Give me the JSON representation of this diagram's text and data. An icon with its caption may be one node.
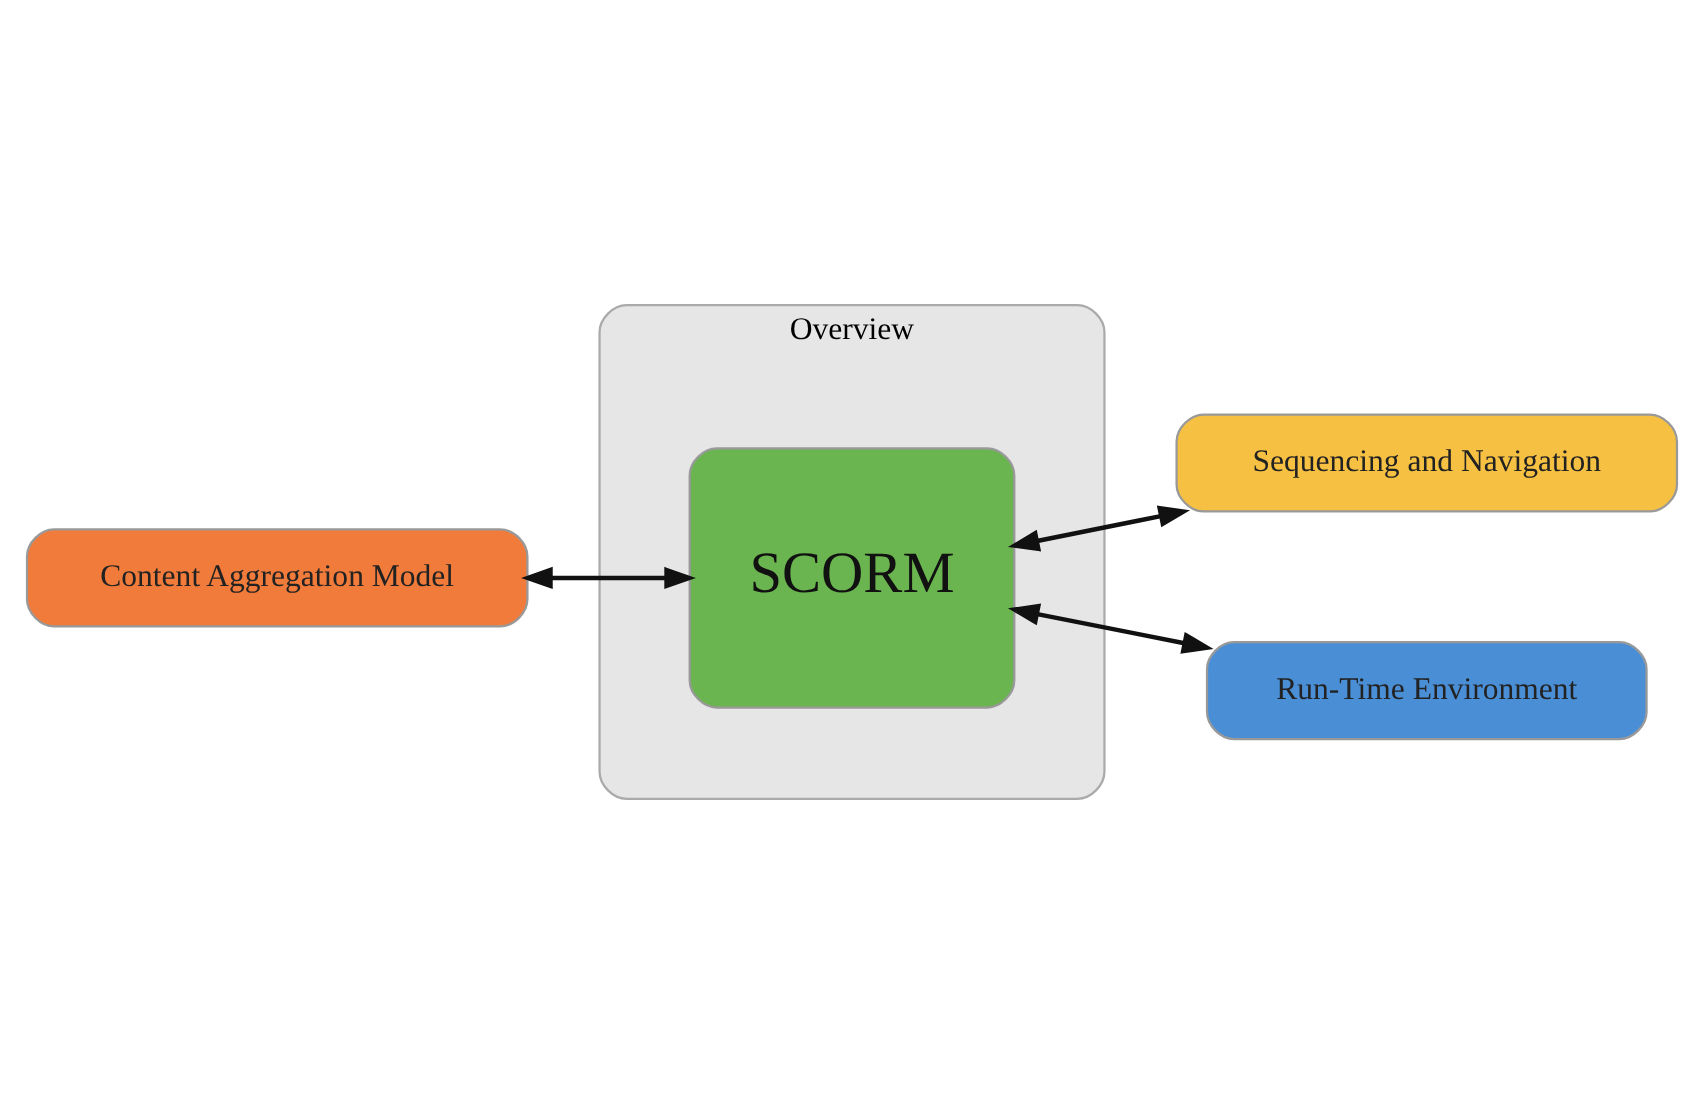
{
  "diagram": {
    "nodes": [
      {
        "text": [
          "Overview"
        ]
      },
      {
        "text": [
          "Sequencing and Navigation"
        ]
      },
      {
        "text": [
          "Content Aggregation Model"
        ]
      },
      {
        "text": [
          "SCORM"
        ],
        "in": 0
      },
      {
        "text": [
          "Run-Time Environment"
        ]
      }
    ],
    "edges": [
      {
        "from": 2,
        "to": 3,
        "arrow": "both"
      },
      {
        "from": 3,
        "to": 1,
        "arrow": "both"
      },
      {
        "from": 3,
        "to": 4,
        "arrow": "both"
      }
    ]
  }
}
